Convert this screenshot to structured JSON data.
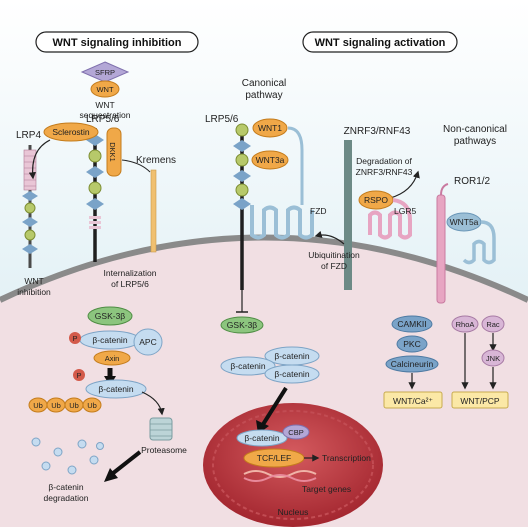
{
  "headers": {
    "inhibition": "WNT signaling inhibition",
    "activation": "WNT signaling activation"
  },
  "inhibition": {
    "sfrp": "SFRP",
    "wnt": "WNT",
    "wnt_sequestration": [
      "WNT",
      "sequestration"
    ],
    "lrp4": "LRP4",
    "lrp56": "LRP5/6",
    "sclerostin": "Sclerostin",
    "dkk1": "DKK1",
    "kremens": "Kremens",
    "wnt_inhibition": [
      "WNT",
      "inhibition"
    ],
    "internalization": [
      "Internalization",
      "of LRP5/6"
    ],
    "gsk3b": "GSK-3β",
    "p": "P",
    "bcatenin": "β-catenin",
    "apc": "APC",
    "axin": "Axin",
    "ub": "Ub",
    "proteasome": "Proteasome",
    "degradation": [
      "β-catenin",
      "degradation"
    ]
  },
  "canonical": {
    "title": [
      "Canonical",
      "pathway"
    ],
    "lrp56": "LRP5/6",
    "wnt1": "WNT1",
    "wnt3a": "WNT3a",
    "fzd": "FZD",
    "gsk3b": "GSK-3β",
    "bcatenin": "β-catenin",
    "cbp": "CBP",
    "tcf_lef": "TCF/LEF",
    "transcription": "Transcription",
    "target_genes": "Target genes",
    "nucleus": "Nucleus"
  },
  "znrf": {
    "label": "ZNRF3/RNF43",
    "degradation": [
      "Degradation of",
      "ZNRF3/RNF43"
    ],
    "rspo": "RSPO",
    "lgr5": "LGR5",
    "ubiquitination": [
      "Ubiquitination",
      "of FZD"
    ]
  },
  "noncanonical": {
    "title": [
      "Non-canonical",
      "pathways"
    ],
    "ror": "ROR1/2",
    "wnt5a": "WNT5a",
    "camkii": "CAMKII",
    "pkc": "PKC",
    "calcineurin": "Calcineurin",
    "rhoa": "RhoA",
    "rac": "Rac",
    "jnk": "JNK",
    "out_ca": "WNT/Ca²⁺",
    "out_pcp": "WNT/PCP"
  },
  "colors": {
    "sky": "#d7ecf3",
    "cytoplasm": "#f1dfe3",
    "nucleus": "#b8343e",
    "wnt": "#f0a848",
    "receptor_blue": "#9bbfd6",
    "lrp_green": "#b7c96a",
    "znrf_gray": "#6d8a86",
    "pink": "#e7a5c2",
    "gsk_green": "#8cc57e",
    "pale_blue": "#c5dcf0",
    "outcome_yellow": "#fbe8a6"
  }
}
